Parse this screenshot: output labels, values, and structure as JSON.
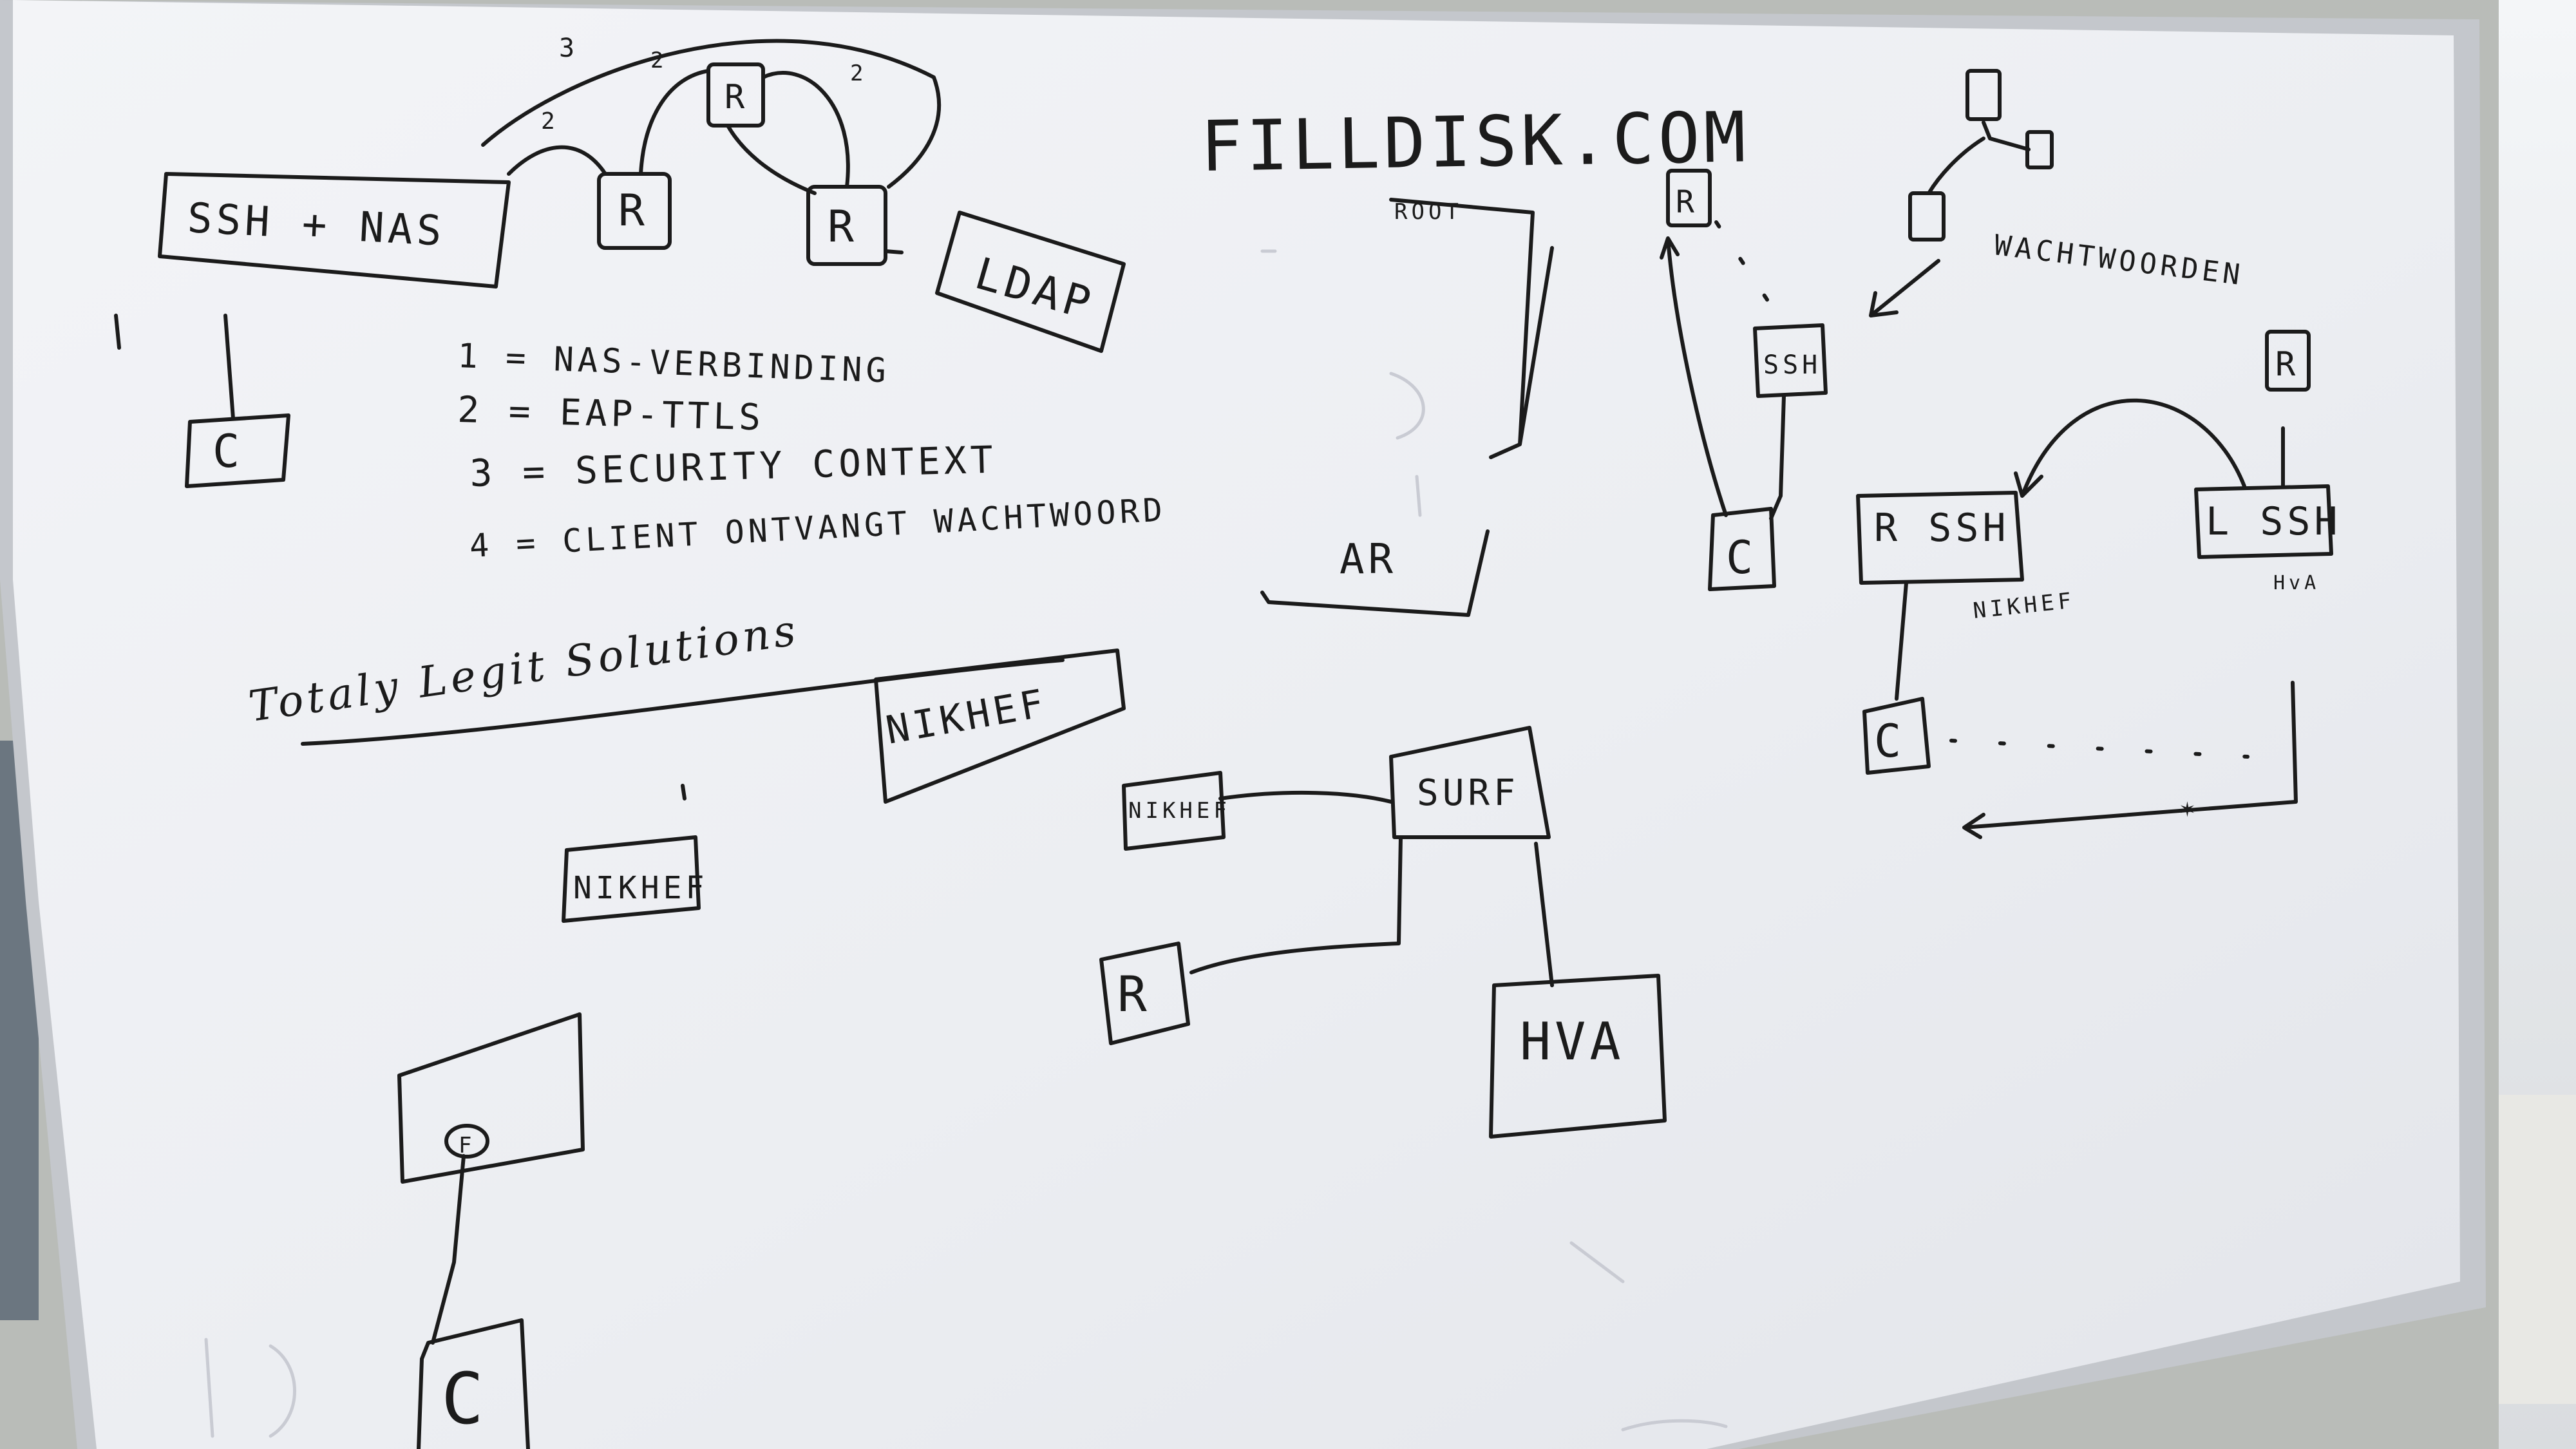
{
  "whiteboard": {
    "top_left": {
      "ssh_nas": "SSH + NAS",
      "router_r": "R",
      "ldap": "LDAP",
      "client_c": "C",
      "edge_labels": [
        "3",
        "2",
        "2",
        "2"
      ]
    },
    "legend": [
      "1 = NAS-VERBINDING",
      "2 = EAP-TTLS",
      "3 = SECURITY CONTEXT",
      "4 = CLIENT ONTVANGT WACHTWOORD"
    ],
    "slogan": "Totaly Legit Solutions",
    "title": "FILLDISK.COM",
    "center_box": {
      "top": "ROOT",
      "bottom": "AR"
    },
    "nikhef_partial": "NIKHEF",
    "nikhef_small": "NIKHEF",
    "network": {
      "nikhef": "NIKHEF",
      "surf": "SURF",
      "router": "R",
      "hva": "HVA"
    },
    "bottom_left": {
      "f_circle": "F",
      "client": "C"
    },
    "right": {
      "wachtwoorden": "WACHTWOORDEN",
      "r": "R",
      "ssh": "SSH",
      "c": "C",
      "r_ssh": "R  SSH",
      "l_ssh": "L  SSH",
      "nikhef": "NIKHEF",
      "hva": "HvA"
    }
  }
}
